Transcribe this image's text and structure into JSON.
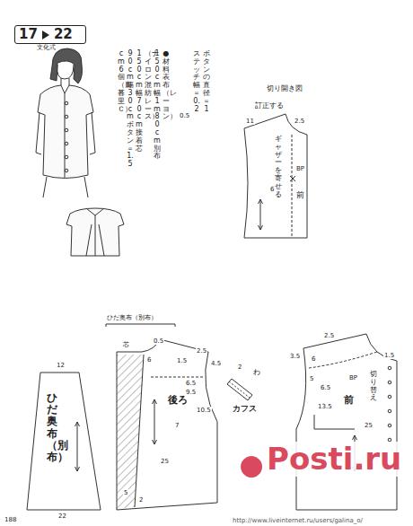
{
  "diagram": {
    "nodes": [
      {
        "text": [
          "17",
          "22"
        ]
      }
    ],
    "labels": [
      "文化式",
      "●材料　表布（レーヨン）",
      "150cm幅1m80cm　別布",
      "（ナイロン混紡レース）",
      "150cm幅70cm　接着芯",
      "90cm幅30cm　ボタン＝1.5",
      "cm6個（日暮里Ｃ）",
      "ボタンの直径＝1",
      "ステッチ幅＝0.2",
      "0.5",
      "切り開き図",
      "訂正する",
      "11",
      "2.5",
      "ギャザーを寄せる",
      "BP",
      "前",
      "6",
      "ひだ奥布（別布）",
      "ひだ奥布（別布）",
      "12",
      "22",
      "芯",
      "0.5",
      "6",
      "1.5",
      "2.5",
      "4.5",
      "6.5",
      "9.5",
      "10.5",
      "後ろ",
      "7",
      "25",
      "5",
      "2",
      "カフス",
      "2",
      "わ",
      "3.5",
      "6",
      "2.5",
      "5",
      "6.5",
      "BP",
      "前",
      "切り替え",
      "13.5",
      "25",
      "1.5",
      "188",
      "Posti.ru",
      "http://www.liveinternet.ru/users/galina_o/"
    ]
  }
}
